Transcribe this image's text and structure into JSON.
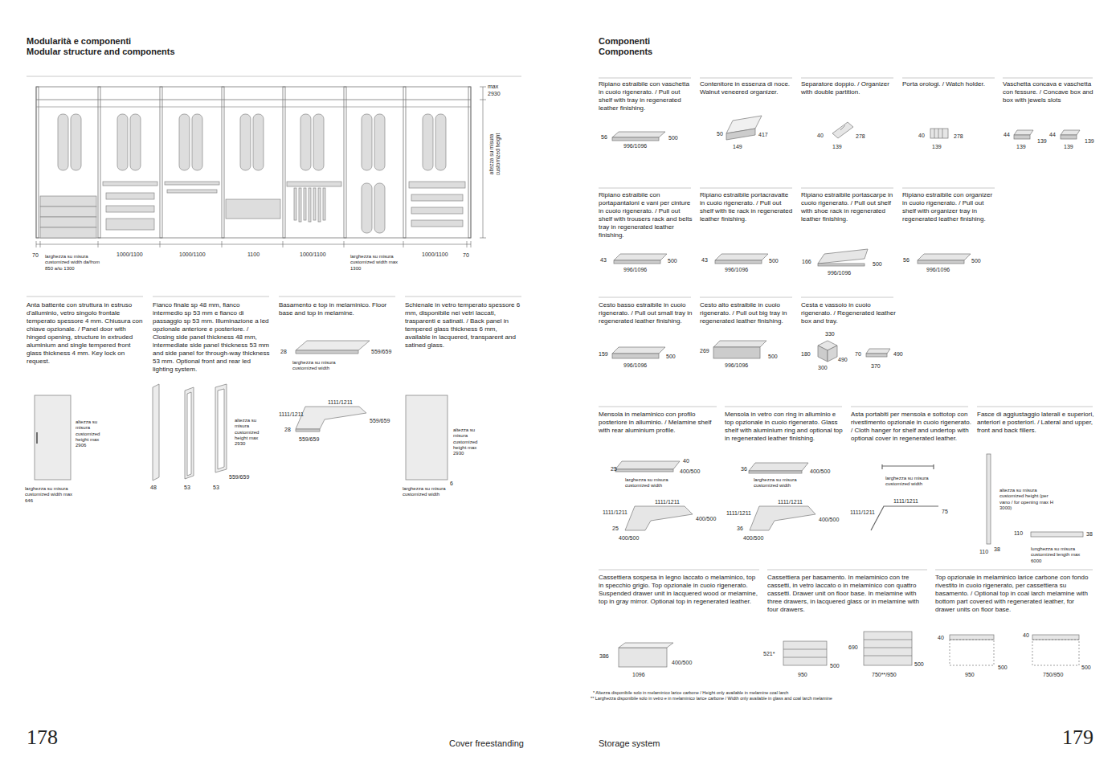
{
  "diagram": {
    "labels": [
      "Modularità e componenti",
      "Modular structure and components",
      "max 2930",
      "altezza su misura customized height",
      "70",
      "larghezza su misura customized width da/from 850 a/to 1300",
      "1000/1100",
      "1000/1100",
      "1100",
      "1000/1100",
      "larghezza su misura customized width max 1300",
      "1000/1100",
      "70",
      "Anta battente con struttura in estruso d'alluminio, vetro singolo frontale temperato spessore 4 mm. Chiusura con chiave opzionale. / Panel door with hinged opening, structure in extruded aluminium and single tempered front glass thickness 4 mm. Key lock on request.",
      "Fianco finale sp 48 mm, fianco intermedio sp 53 mm e fianco di passaggio sp 53 mm. Illuminazione a led opzionale anteriore e posteriore. / Closing side panel thickness 48 mm, intermediate side panel thickness 53 mm and side panel for through-way thickness 53 mm. Optional front and rear led lighting system.",
      "Basamento e top in melaminico. Floor base and top in melamine.",
      "Schienale in vetro temperato spessore 6 mm, disponibile nei vetri laccati, trasparenti e satinati. / Back panel in tempered glass thickness 6 mm, available in lacquered, transparent and satined glass.",
      "altezza su misura customized height max 2906",
      "larghezza su misura customized width max 646",
      "48",
      "53",
      "53",
      "altezza su misura customized height max 2930",
      "559/659",
      "28",
      "559/659",
      "larghezza su misura customized width",
      "1111/1211",
      "1111/1211",
      "559/659",
      "28",
      "559/659",
      "altezza su misura customized height max 2930",
      "6",
      "larghezza su misura customized width",
      "178",
      "Cover freestanding",
      "Componenti",
      "Components",
      "Ripiano estraibile con vaschetta in cuoio rigenerato. / Pull out shelf with tray in regenerated leather finishing.",
      "56",
      "500",
      "996/1096",
      "Contenitore in essenza di noce. Walnut veneered organizer.",
      "50",
      "417",
      "149",
      "Separatore doppio. / Organizer with double partition.",
      "40",
      "278",
      "139",
      "Porta orologi. / Watch holder.",
      "40",
      "278",
      "139",
      "Vaschetta concava e vaschetta con fessure. / Concave box and box with jewels slots",
      "44",
      "139",
      "139",
      "44",
      "139",
      "139",
      "Ripiano estraibile con portapantaloni e vani per cinture in cuoio rigenerato. / Pull out shelf with trousers rack and belts tray in regenerated leather finishing.",
      "43",
      "500",
      "996/1096",
      "Ripiano estraibile portacravatte in cuoio rigenerato. / Pull out shelf with tie rack in regenerated leather finishing.",
      "43",
      "500",
      "996/1096",
      "Ripiano estraibile portascarpe in cuoio rigenerato. / Pull out shelf with shoe rack in regenerated leather finishing.",
      "166",
      "500",
      "996/1096",
      "Ripiano estraibile con organizer in cuoio rigenerato. / Pull out shelf with organizer tray in regenerated leather finishing.",
      "56",
      "500",
      "996/1096",
      "Cesto basso estraibile in cuoio rigenerato. / Pull out small tray in regenerated leather finishing.",
      "159",
      "500",
      "996/1096",
      "Cesto alto estraibile in cuoio rigenerato. / Pull out big tray in regenerated leather finishing.",
      "269",
      "500",
      "996/1096",
      "Cesta e vassoio in cuoio rigenerato. / Regenerated leather box and tray.",
      "330",
      "180",
      "490",
      "300",
      "70",
      "490",
      "370",
      "Mensola in melaminico con profilo posteriore in alluminio. / Melamine shelf with rear aluminium profile.",
      "40",
      "25",
      "400/500",
      "larghezza su misura customized width",
      "1111/1211",
      "1111/1211",
      "400/500",
      "25",
      "400/500",
      "Mensola in vetro con ring in alluminio e top opzionale in cuoio rigenerato. Glass shelf with aluminium ring and optional top in regenerated leather finishing.",
      "36",
      "400/500",
      "larghezza su misura customized width",
      "1111/1211",
      "1111/1211",
      "400/500",
      "36",
      "400/500",
      "Asta portabiti per mensola e sottotop con rivestimento opzionale in cuoio rigenerato. / Cloth hanger for shelf and undertop with optional cover in regenerated leather.",
      "larghezza su misura customized width",
      "1111/1211",
      "1111/1211",
      "75",
      "Fasce di aggiustaggio laterali e superiori, anteriori e posteriori. / Lateral and upper, front and back fillers.",
      "altezza su misura customized height (per vano / for opening max H 3000)",
      "110",
      "38",
      "lunghezza su misura customized length max 6000",
      "110",
      "38",
      "Cassettiera sospesa in legno laccato o melaminico, top in specchio grigio. Top opzionale in cuoio rigenerato. Suspended drawer unit in lacquered wood or melamine, top in gray mirror. Optional top in regenerated leather.",
      "386",
      "400/500",
      "1096",
      "Cassettiera per basamento. In melaminico con tre cassetti, in vetro laccato o in melaminico con quattro cassetti. Drawer unit on floor base. In melamine with three drawers, in lacquered glass or in melamine with four drawers.",
      "521*",
      "500",
      "950",
      "690",
      "500",
      "750**/950",
      "Top opzionale in melaminico larice carbone con fondo rivestito in cuoio rigenerato, per cassettiera su basamento. / Optional top in coal larch melamine with bottom part covered with regenerated leather, for drawer units on floor base.",
      "40",
      "500",
      "950",
      "40",
      "500",
      "750/950",
      "* Altezza disponibile solo in melaminico larice carbone / Height only available in melamine coal larch",
      "** Larghezza disponibile solo in vetro e in melaminico larice carbone / Width only available in glass and coal larch melamine",
      "Storage system",
      "179"
    ]
  }
}
